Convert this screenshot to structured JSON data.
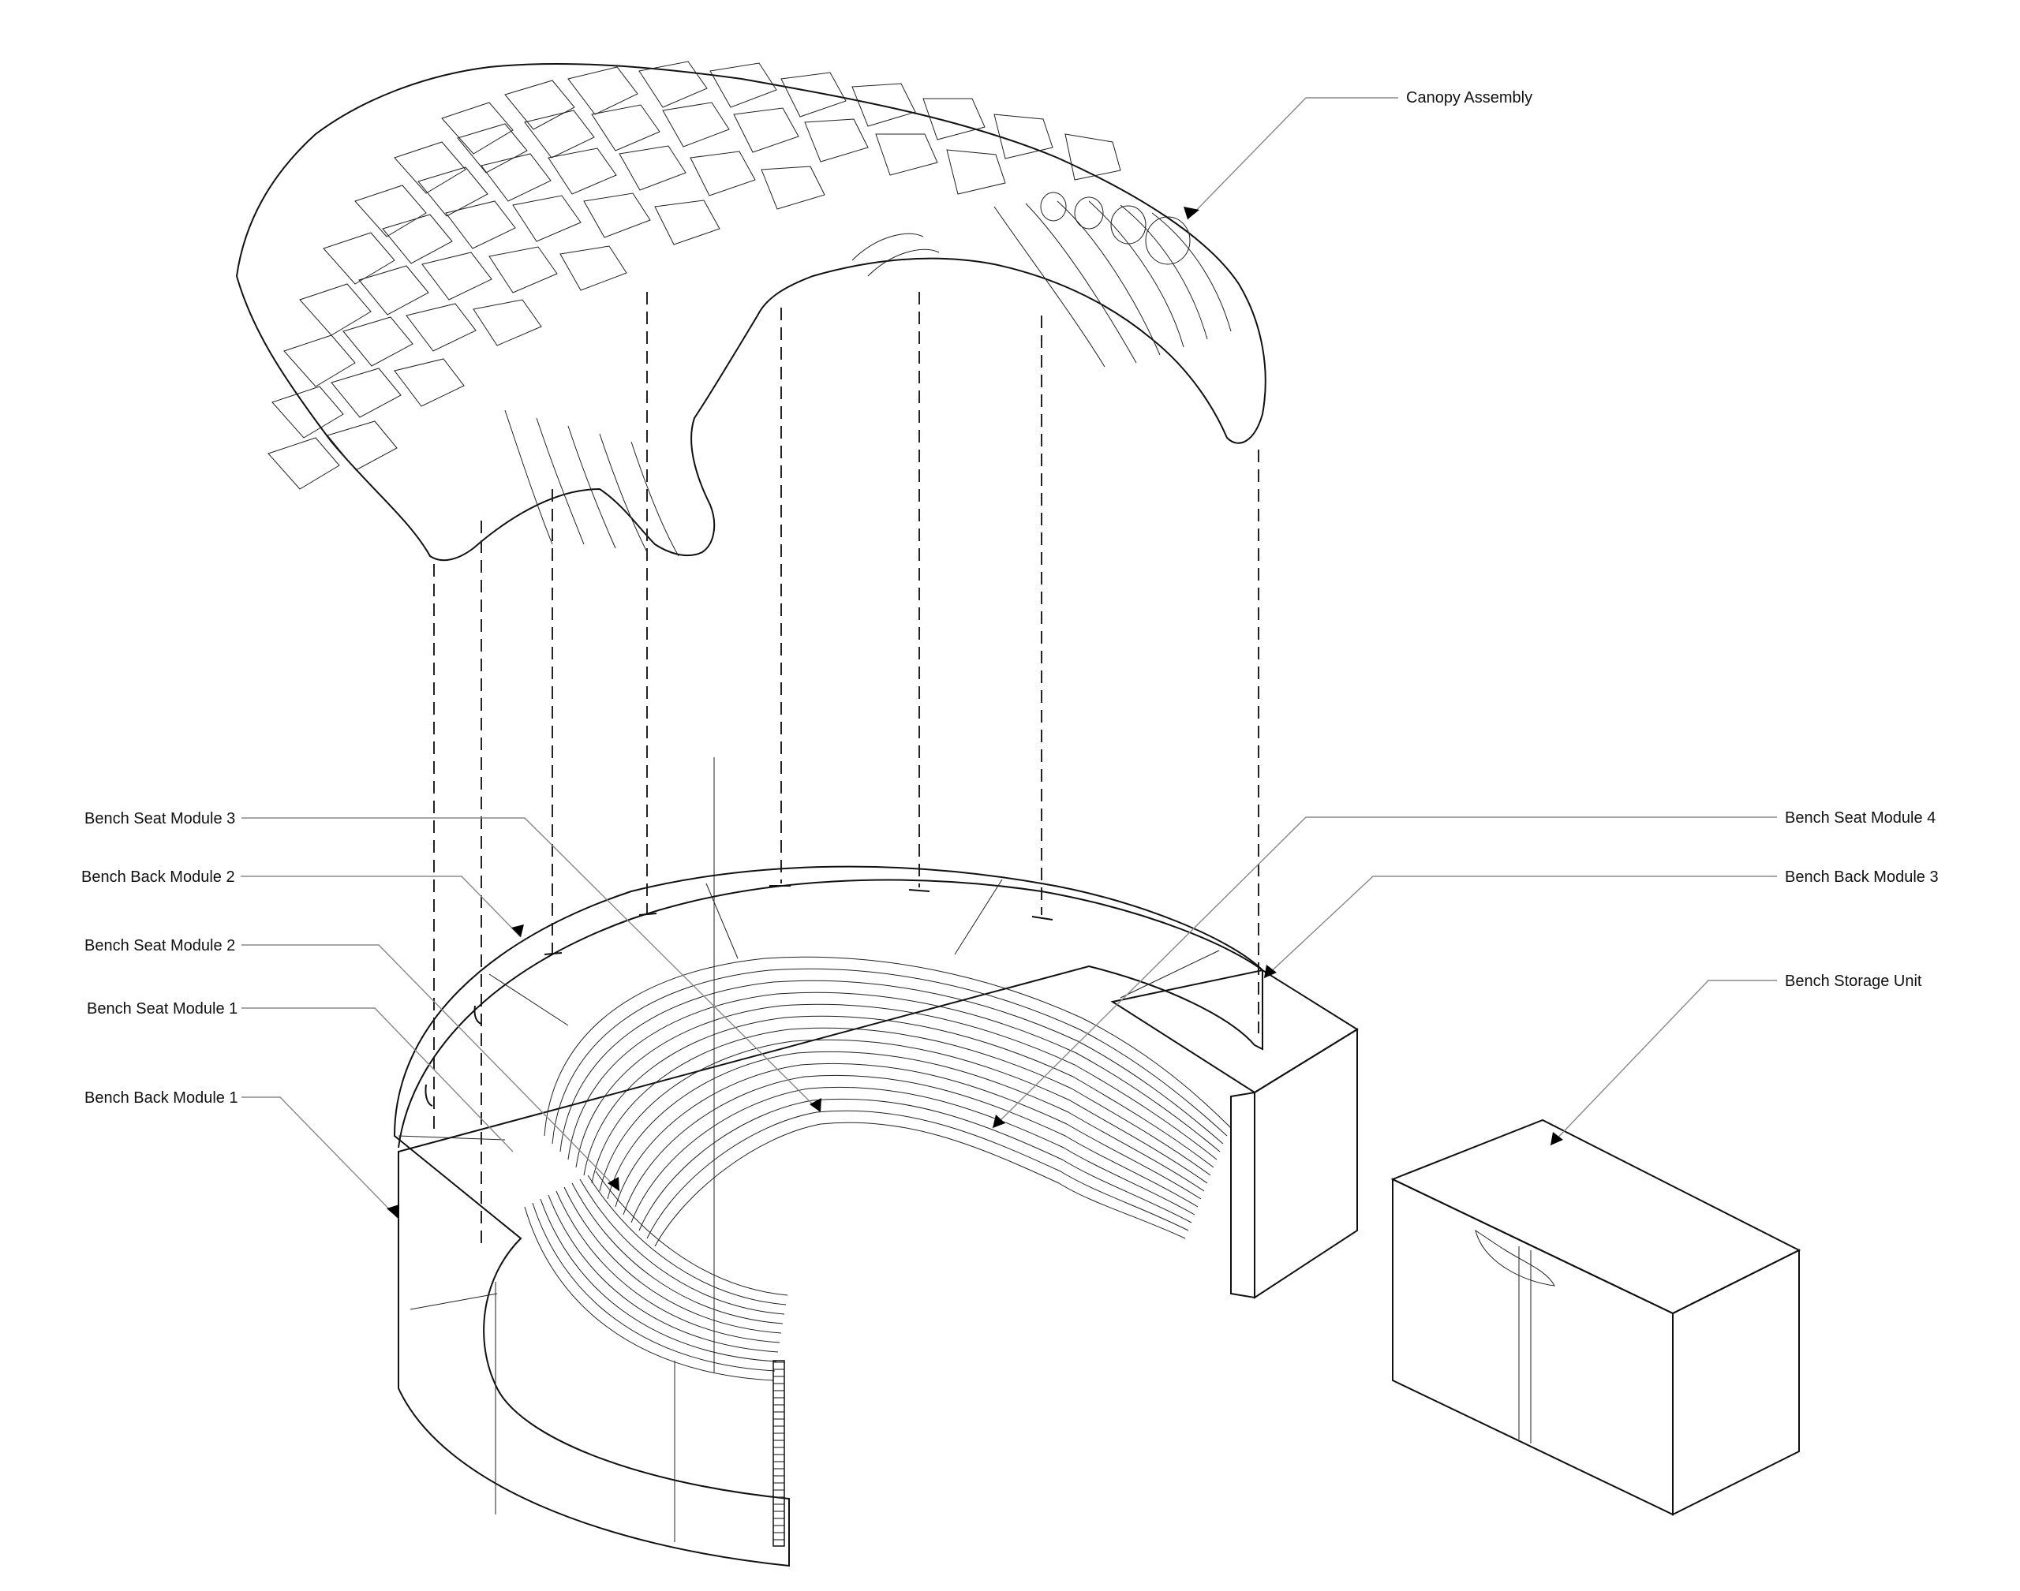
{
  "labels": {
    "canopy_assembly": "Canopy Assembly",
    "bench_seat_module_3": "Bench Seat Module 3",
    "bench_back_module_2": "Bench Back Module 2",
    "bench_seat_module_2": "Bench Seat Module 2",
    "bench_seat_module_1": "Bench Seat Module 1",
    "bench_back_module_1": "Bench Back Module 1",
    "bench_seat_module_4": "Bench Seat Module 4",
    "bench_back_module_3": "Bench Back Module 3",
    "bench_storage_unit": "Bench Storage Unit"
  },
  "colors": {
    "line": "#111111",
    "leader": "#888888",
    "shade_dark": "#8a8a8a",
    "shade_mid": "#c8c8c8",
    "background": "#ffffff"
  }
}
